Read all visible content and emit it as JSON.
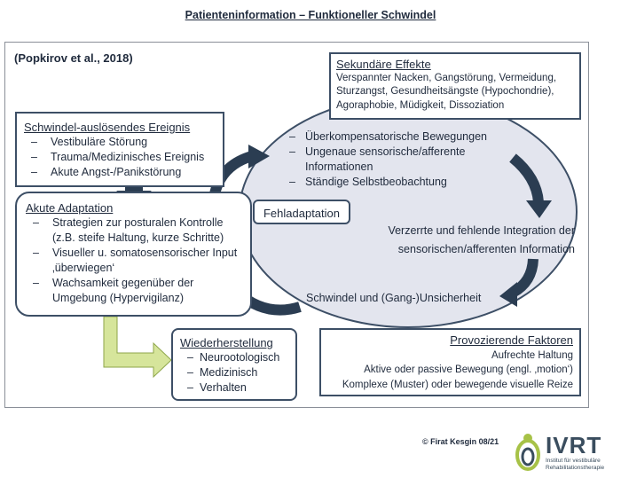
{
  "title": "Patienteninformation – Funktioneller Schwindel",
  "citation": "(Popkirov et al., 2018)",
  "trigger": {
    "heading": "Schwindel-auslösendes Ereignis",
    "items": [
      "Vestibuläre Störung",
      "Trauma/Medizinisches Ereignis",
      "Akute Angst-/Panikstörung"
    ]
  },
  "acute": {
    "heading": "Akute Adaptation",
    "items": [
      "Strategien zur posturalen Kontrolle (z.B. steife Haltung, kurze Schritte)",
      "Visueller u. somatosensorischer Input ‚überwiegen‘",
      "Wachsamkeit gegenüber der Umgebung (Hypervigilanz)"
    ]
  },
  "recovery": {
    "heading": "Wiederherstellung",
    "items": [
      "Neurootologisch",
      "Medizinisch",
      "Verhalten"
    ]
  },
  "secondary": {
    "heading": "Sekundäre Effekte",
    "text": "Verspannter Nacken, Gangstörung, Vermeidung, Sturzangst, Gesundheitsängste (Hypochondrie), Agoraphobie, Müdigkeit, Dissoziation"
  },
  "cycle": {
    "items": [
      "Überkompensatorische Bewegungen",
      "Ungenaue sensorische/afferente Informationen",
      "Ständige Selbstbeobachtung"
    ],
    "integration": "Verzerrte und fehlende Integration der sensorischen/afferenten Information",
    "dizziness": "Schwindel und (Gang-)Unsicherheit"
  },
  "maladaptation": "Fehladaptation",
  "provoking": {
    "heading": "Provozierende Faktoren",
    "lines": [
      "Aufrechte Haltung",
      "Aktive oder passive Bewegung (engl. ‚motion‘)",
      "Komplexe (Muster) oder bewegende visuelle Reize"
    ]
  },
  "copyright": "© Firat Kesgin 08/21",
  "logo": {
    "name": "IVRT",
    "subtitle_1": "Institut für vestibuläre",
    "subtitle_2": "Rehabilitationstherapie"
  },
  "colors": {
    "ellipse_fill": "#e3e5ee",
    "arrow": "#2b3d52",
    "box_border": "#3d4f66",
    "green_arrow": "#d6e59b",
    "logo_green": "#a7c247",
    "logo_dark": "#3a4d5e"
  }
}
